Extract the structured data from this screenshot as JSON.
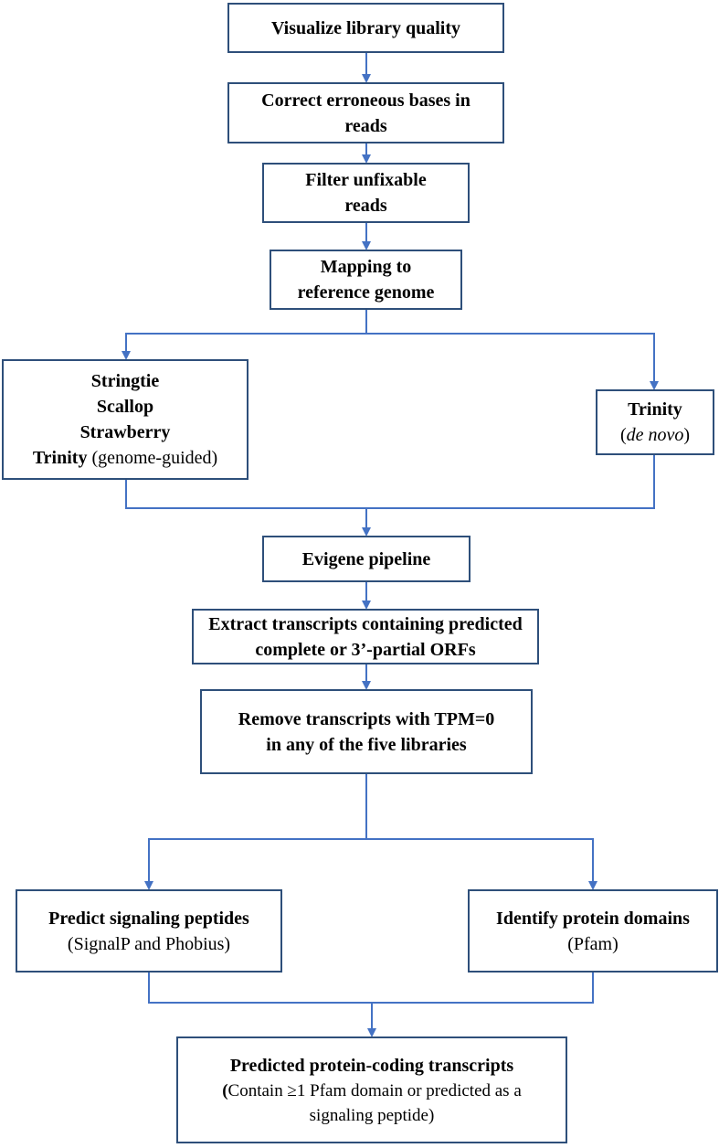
{
  "nodes": {
    "visualize": {
      "line1": "Visualize library quality"
    },
    "correct": {
      "line1": "Correct erroneous bases in",
      "line2": "reads"
    },
    "filter": {
      "line1": "Filter unfixable",
      "line2": "reads"
    },
    "mapping": {
      "line1": "Mapping to",
      "line2": "reference genome"
    },
    "assemblers": {
      "line1": "Stringtie",
      "line2": "Scallop",
      "line3": "Strawberry",
      "line4_bold": "Trinity",
      "line4_rest": " (genome-guided)"
    },
    "trinity_denovo": {
      "line1": "Trinity",
      "line2_open": "(",
      "line2_italic": "de novo",
      "line2_close": ")"
    },
    "evigene": {
      "line1": "Evigene pipeline"
    },
    "extract": {
      "line1": "Extract transcripts containing predicted",
      "line2": "complete or 3’-partial ORFs"
    },
    "remove": {
      "line1": "Remove transcripts with TPM=0",
      "line2": "in any of the five libraries"
    },
    "predict_signal": {
      "line1": "Predict signaling peptides",
      "line2": "(SignalP and Phobius)"
    },
    "identify_domains": {
      "line1": "Identify protein domains",
      "line2": "(Pfam)"
    },
    "final": {
      "line1": "Predicted protein-coding transcripts",
      "line2_open": "(",
      "line2_rest": "Contain ≥1 Pfam domain or predicted as a",
      "line3": "signaling peptide)"
    }
  },
  "colors": {
    "connector": "#4472c4",
    "box_border": "#2e4f7a"
  }
}
